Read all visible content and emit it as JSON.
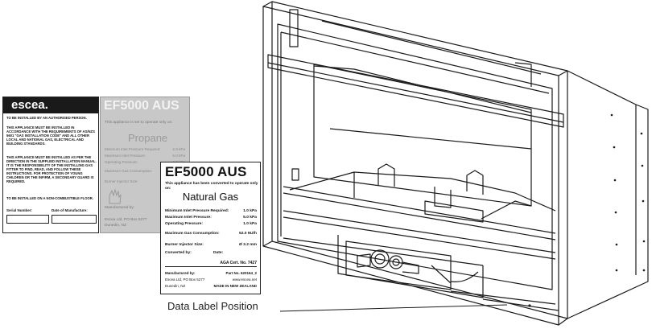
{
  "caption": "Data Label Position",
  "plate_left": {
    "brand": "escea.",
    "warnings": [
      "TO BE INSTALLED BY AN AUTHORISED PERSON.",
      "THIS APPLIANCE MUST BE INSTALLED IN ACCORDANCE WITH THE REQUIREMENTS OF AS/NZS 5601 \"GAS INSTALLATION CODE\" AND ALL OTHER LOCAL AND NATIONAL GAS, ELECTRICAL AND BUILDING STANDARDS.",
      "THIS APPLIANCE MUST BE INSTALLED AS PER THE DIRECTION IN THE SUPPLIED INSTALLATION MANUAL. IT IS THE RESPONSIBILITY OF THE INSTALLING GAS FITTER TO FIND, READ, AND FOLLOW THESE INSTRUCTIONS. FOR PROTECTION OF YOUNG CHILDREN OR THE INFIRM, A SECONDARY GUARD IS REQUIRED.",
      "TO BE INSTALLED ON A NON-COMBUSTIBLE FLOOR."
    ],
    "serial_label": "Serial Number:",
    "date_label": "Date of Manufacture:"
  },
  "plate_mid": {
    "title": "EF5000 AUS",
    "note": "This appliance is set to operate only on:",
    "gas": "Propane",
    "rows": [
      {
        "label": "Minimum Inlet Pressure Required:",
        "value": "2.8 kPa"
      },
      {
        "label": "Maximum Inlet Pressure:",
        "value": "5.0 kPa"
      },
      {
        "label": "Operating Pressure:",
        "value": "2.0 kPa"
      },
      {
        "label": "Maximum Gas Consumption:",
        "value": ""
      },
      {
        "label": "Burner Injector Size:",
        "value": ""
      }
    ],
    "manufactured": "Manufactured by:",
    "address": "Escea Ltd, PO Box 5277",
    "city": "Dunedin, NZ"
  },
  "plate_front": {
    "title": "EF5000 AUS",
    "conversion_note": "This appliance has been converted to operate only on:",
    "gas": "Natural Gas",
    "specs": [
      {
        "label": "Minimum Inlet Pressure Required:",
        "value": "1.0 kPa"
      },
      {
        "label": "Maximum Inlet Pressure:",
        "value": "5.0 kPa"
      },
      {
        "label": "Operating Pressure:",
        "value": "1.0 kPa"
      }
    ],
    "consumption_label": "Maximum Gas Consumption:",
    "consumption_value": "52.0 MJ/h",
    "injector_label": "Burner Injector Size:",
    "injector_value": "Ø 3.2 mm",
    "converted_by": "Converted by:",
    "date_label": "Date:",
    "cert": "AGA Cert. No. 7427",
    "manufactured": "Manufactured by:",
    "part_no": "Part No. 620164_2",
    "address": "Escea Ltd, PO Box 5277",
    "website": "www.escea.net",
    "city": "Dunedin, NZ",
    "made_in": "MADE IN NEW ZEALAND"
  }
}
